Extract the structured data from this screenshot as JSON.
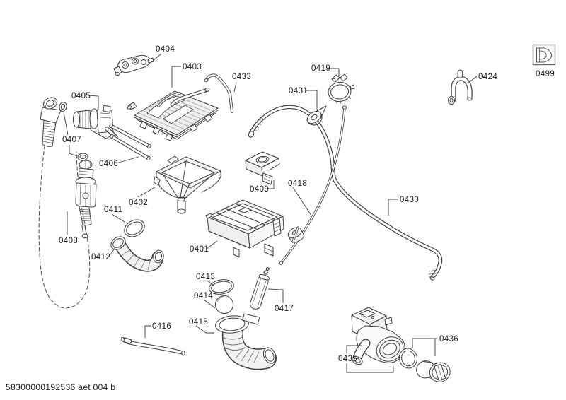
{
  "document": {
    "code": "58300000192536 aet 004 b"
  },
  "labels": {
    "p0401": "0401",
    "p0402": "0402",
    "p0403": "0403",
    "p0404": "0404",
    "p0405": "0405",
    "p0406": "0406",
    "p0407": "0407",
    "p0408": "0408",
    "p0409": "0409",
    "p0411": "0411",
    "p0412": "0412",
    "p0413": "0413",
    "p0414": "0414",
    "p0415": "0415",
    "p0416": "0416",
    "p0417": "0417",
    "p0418": "0418",
    "p0419": "0419",
    "p0424": "0424",
    "p0430": "0430",
    "p0431": "0431",
    "p0433": "0433",
    "p0435": "0435",
    "p0436": "0436",
    "p0499": "0499"
  }
}
